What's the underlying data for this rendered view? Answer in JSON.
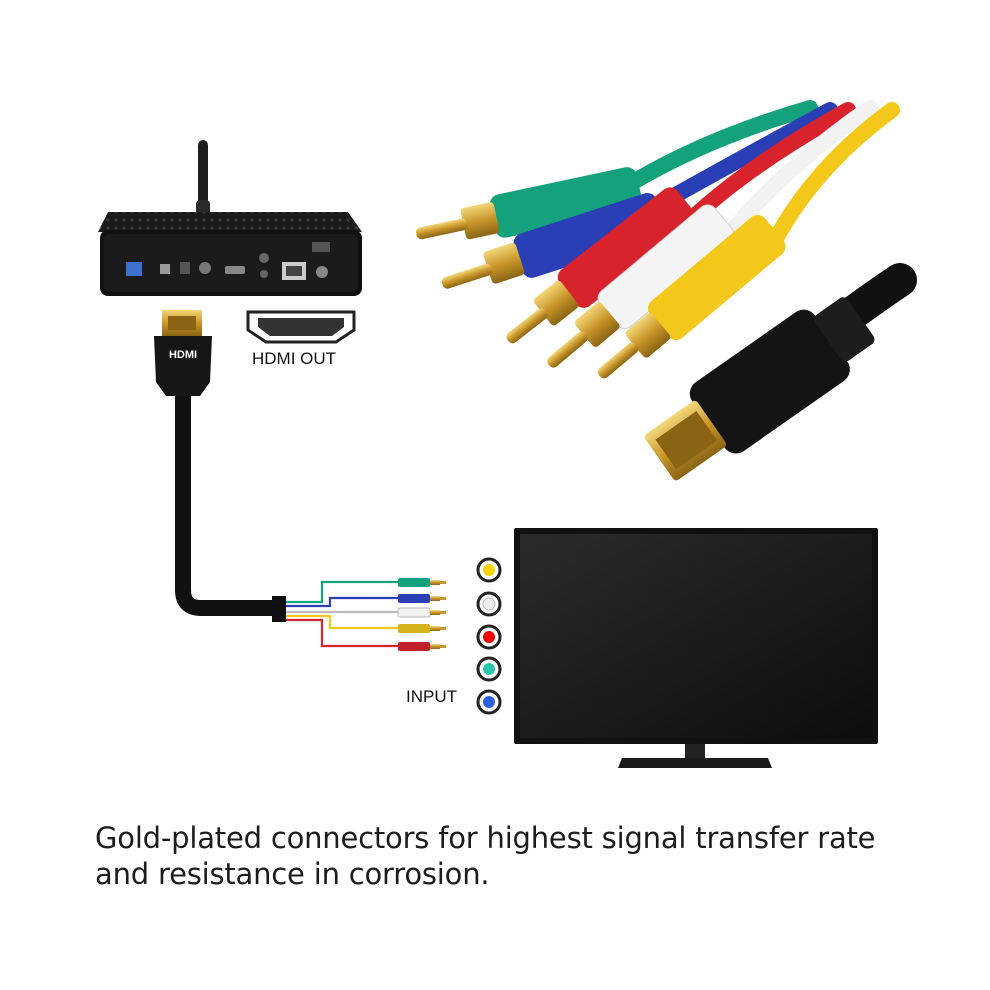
{
  "hdmi_out_label": "HDMI OUT",
  "input_label": "INPUT",
  "hdmi_logo_text": "HDMI",
  "caption_line1": "Gold-plated connectors for highest signal transfer rate",
  "caption_line2": "and resistance in corrosion.",
  "colors": {
    "green": "#13a27c",
    "blue": "#2a3fb5",
    "red": "#d8232d",
    "white": "#f2f2f2",
    "yellow": "#f4c81a",
    "gold": "#d8ad3f",
    "black": "#141414"
  }
}
